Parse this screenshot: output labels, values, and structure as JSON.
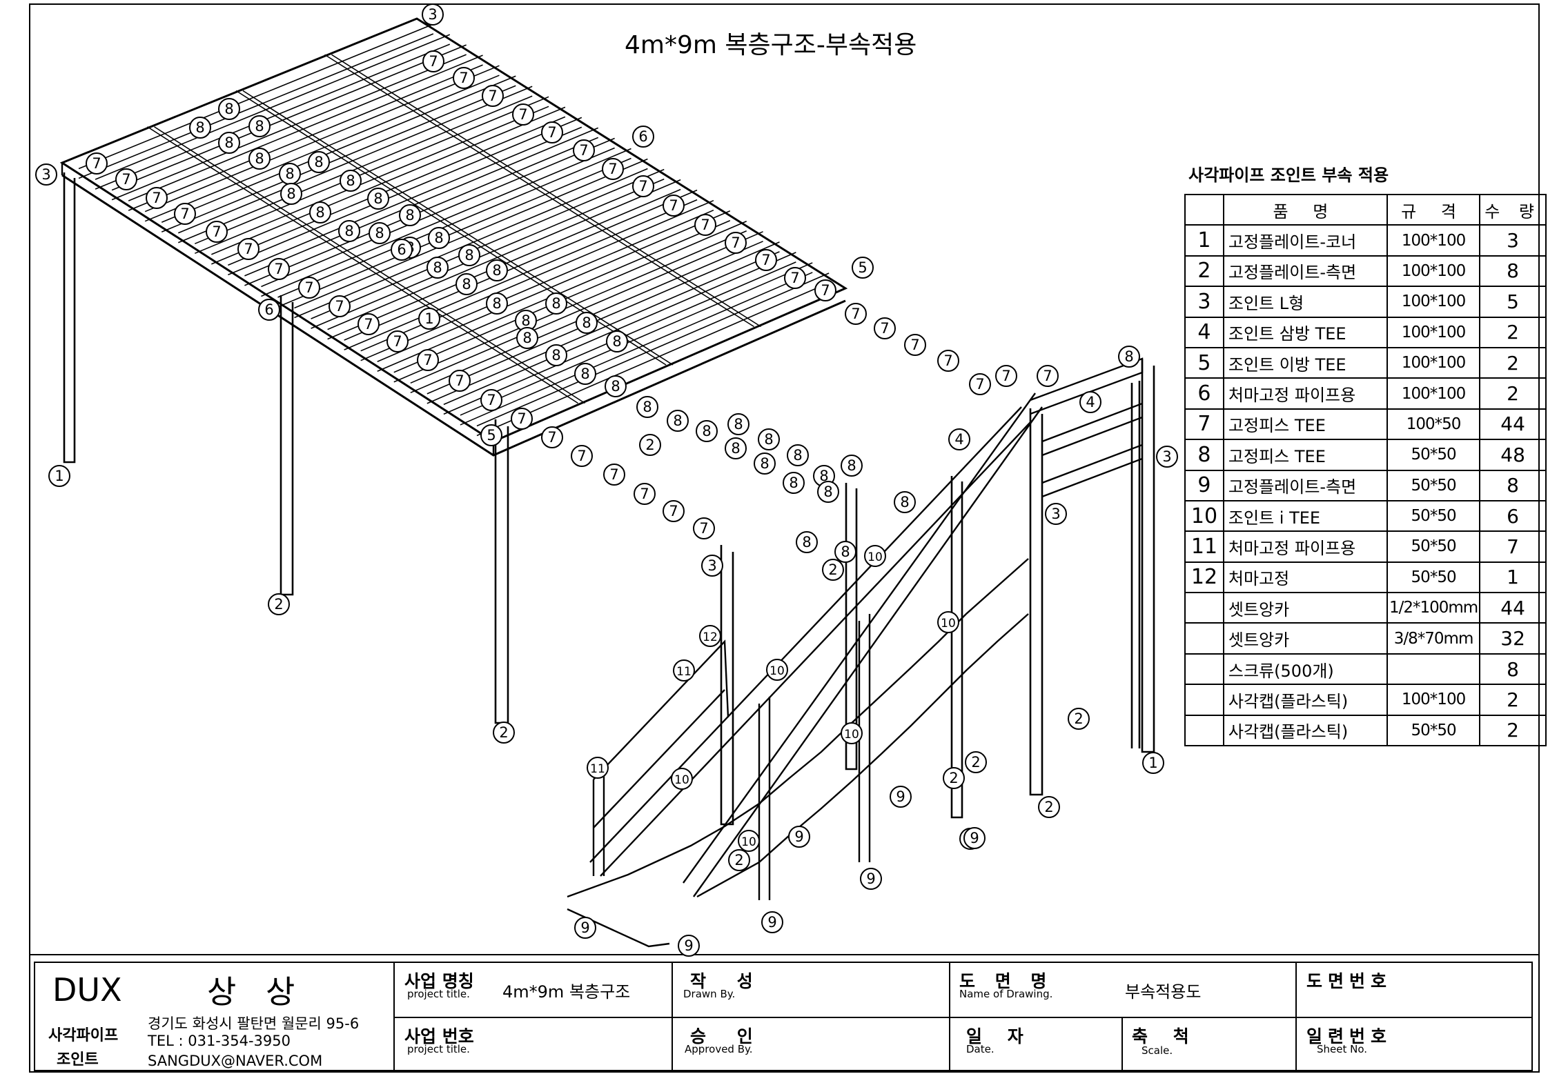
{
  "title": "4m*9m 복층구조-부속적용",
  "parts_table": {
    "caption": "사각파이프 조인트 부속 적용",
    "headers": {
      "name": "품 명",
      "spec": "규 격",
      "qty": "수 량"
    },
    "rows": [
      {
        "no": "1",
        "name": "고정플레이트-코너",
        "spec": "100*100",
        "qty": "3"
      },
      {
        "no": "2",
        "name": "고정플레이트-측면",
        "spec": "100*100",
        "qty": "8"
      },
      {
        "no": "3",
        "name": "조인트 L형",
        "spec": "100*100",
        "qty": "5"
      },
      {
        "no": "4",
        "name": "조인트 삼방 TEE",
        "spec": "100*100",
        "qty": "2"
      },
      {
        "no": "5",
        "name": "조인트 이방 TEE",
        "spec": "100*100",
        "qty": "2"
      },
      {
        "no": "6",
        "name": "처마고정 파이프용",
        "spec": "100*100",
        "qty": "2"
      },
      {
        "no": "7",
        "name": "고정피스 TEE",
        "spec": "100*50",
        "qty": "44"
      },
      {
        "no": "8",
        "name": "고정피스 TEE",
        "spec": "50*50",
        "qty": "48"
      },
      {
        "no": "9",
        "name": "고정플레이트-측면",
        "spec": "50*50",
        "qty": "8"
      },
      {
        "no": "10",
        "name": "조인트 i TEE",
        "spec": "50*50",
        "qty": "6"
      },
      {
        "no": "11",
        "name": "처마고정 파이프용",
        "spec": "50*50",
        "qty": "7"
      },
      {
        "no": "12",
        "name": "처마고정",
        "spec": "50*50",
        "qty": "1"
      },
      {
        "no": "",
        "name": "셋트앙카",
        "spec": "1/2*100mm",
        "qty": "44"
      },
      {
        "no": "",
        "name": "셋트앙카",
        "spec": "3/8*70mm",
        "qty": "32"
      },
      {
        "no": "",
        "name": "스크류(500개)",
        "spec": "",
        "qty": "8"
      },
      {
        "no": "",
        "name": "사각캡(플라스틱)",
        "spec": "100*100",
        "qty": "2"
      },
      {
        "no": "",
        "name": "사각캡(플라스틱)",
        "spec": "50*50",
        "qty": "2"
      }
    ]
  },
  "title_block": {
    "company": "DUX",
    "company_kr": "상 상",
    "brand_line1": "사각파이프",
    "brand_line2": "조인트",
    "address": "경기도 화성시 팔탄면 월문리 95-6",
    "tel": "TEL : 031-354-3950",
    "email": "SANGDUX@NAVER.COM",
    "project_name_label": "사업 명칭",
    "project_name_sub": "project title.",
    "project_name_value": "4m*9m 복층구조",
    "drawn_label": "작 성",
    "drawn_sub": "Drawn By.",
    "drawing_name_label": "도 면 명",
    "drawing_name_sub": "Name of Drawing.",
    "drawing_name_value": "부속적용도",
    "drawing_no_label": "도면번호",
    "project_no_label": "사업 번호",
    "project_no_sub": "project title.",
    "approved_label": "승 인",
    "approved_sub": "Approved By.",
    "date_label": "일 자",
    "date_sub": "Date.",
    "scale_label": "축 척",
    "scale_sub": "Scale.",
    "sheet_label": "일련번호",
    "sheet_sub": "Sheet No."
  }
}
